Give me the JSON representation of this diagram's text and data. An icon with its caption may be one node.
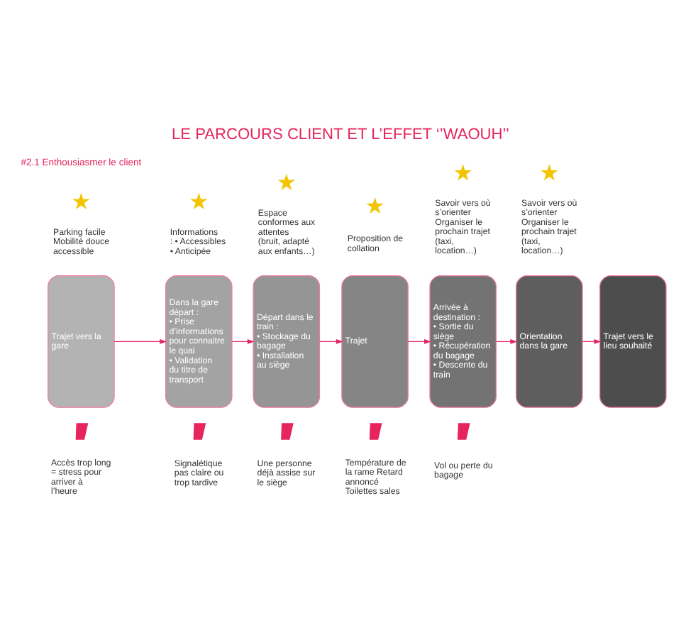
{
  "diagram": {
    "title": "LE PARCOURS CLIENT ET L’EFFET ‘’WAOUH’’",
    "nodes": [
      {
        "text": [
          "Trajet vers la gare"
        ]
      },
      {
        "text": [
          "Dans la gare départ :",
          "• Prise d’informations pour connaitre le quai",
          "• Validation du titre de transport"
        ]
      },
      {
        "text": [
          "Départ dans le train :",
          "• Stockage du bagage",
          "• Installation au siège"
        ]
      },
      {
        "text": [
          "Trajet"
        ]
      },
      {
        "text": [
          "Arrivée à destination :",
          "• Sortie du siège",
          "• Récupération du bagage",
          "• Descente du train"
        ]
      },
      {
        "text": [
          "Orientation dans la gare"
        ]
      },
      {
        "text": [
          "Trajet vers le lieu souhaité"
        ]
      }
    ],
    "edges": [
      {
        "from": 0,
        "to": 1,
        "arrow": "to"
      },
      {
        "from": 1,
        "to": 2,
        "arrow": "to"
      },
      {
        "from": 2,
        "to": 3,
        "arrow": "to"
      },
      {
        "from": 3,
        "to": 4,
        "arrow": "to"
      },
      {
        "from": 4,
        "to": 5,
        "arrow": "to"
      },
      {
        "from": 5,
        "to": 6,
        "arrow": "to"
      }
    ],
    "labels": [
      "#2.1 Enthousiasmer le client",
      "Parking facile Mobilité douce accessible",
      "Informations : • Accessibles • Anticipée",
      "Espace conformes aux attentes (bruit, adapté aux enfants…)",
      "Proposition de collation",
      "Savoir vers où s’orienter Organiser le prochain trajet (taxi, location…)",
      "Savoir vers où s’orienter Organiser le prochain trajet (taxi, location…)",
      "Accès trop long = stress pour arriver à l’heure",
      "Signalétique pas claire ou trop tardive",
      "Une personne déjà assise sur le siège",
      "Température de la rame Retard annoncé Toilettes sales",
      "Vol ou perte du bagage"
    ]
  }
}
